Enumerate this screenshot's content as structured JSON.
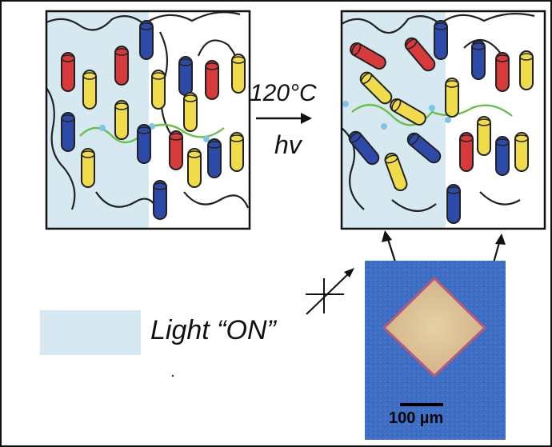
{
  "conditions": {
    "temperature": "120°C",
    "light": "hv"
  },
  "legend": {
    "label": "Light “ON”",
    "swatch_color": "#d6e9f0"
  },
  "micrograph": {
    "scale_bar": "100 µm"
  },
  "colors": {
    "red": "#d63a3a",
    "yellow": "#f0dc4a",
    "blue": "#2e4aa8",
    "light_region": "#d6e9f0",
    "linker": "#6abf4a",
    "node": "#7cc4e8"
  }
}
